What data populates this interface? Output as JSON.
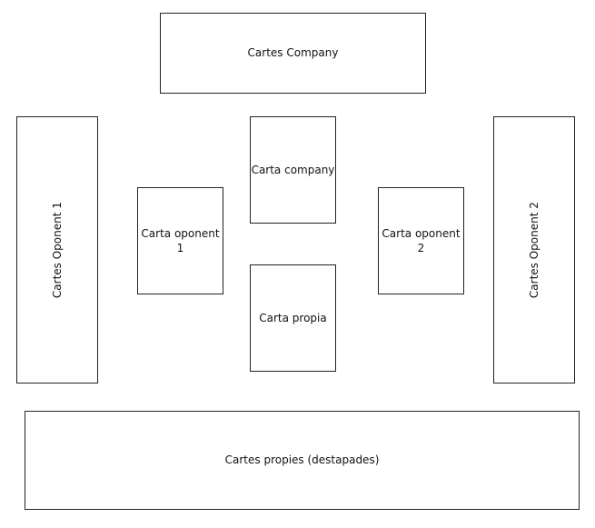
{
  "boxes": {
    "cartes_company": "Cartes Company",
    "cartes_oponent_1": "Cartes Oponent 1",
    "cartes_oponent_2": "Cartes Oponent 2",
    "carta_company": "Carta company",
    "carta_oponent_1": "Carta oponent\n1",
    "carta_oponent_2": "Carta oponent\n2",
    "carta_propia": "Carta propia",
    "cartes_propies": "Cartes propies (destapades)"
  }
}
